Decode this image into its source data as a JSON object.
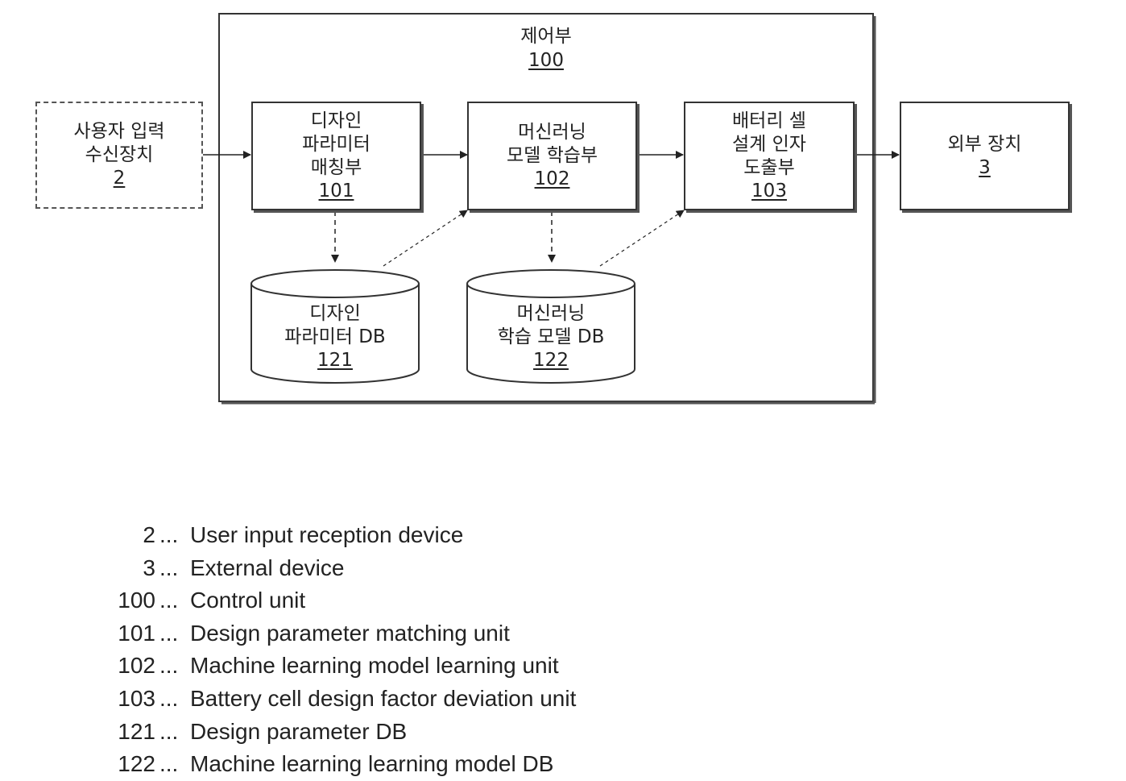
{
  "control_unit": {
    "label": "제어부",
    "ref": "100"
  },
  "user_input": {
    "line1": "사용자 입력",
    "line2": "수신장치",
    "ref": "2"
  },
  "design_matching": {
    "line1": "디자인",
    "line2": "파라미터",
    "line3": "매칭부",
    "ref": "101"
  },
  "ml_learning": {
    "line1": "머신러닝",
    "line2": "모델 학습부",
    "ref": "102"
  },
  "battery_derivation": {
    "line1": "배터리 셀",
    "line2": "설계 인자",
    "line3": "도출부",
    "ref": "103"
  },
  "external_device": {
    "line1": "외부 장치",
    "ref": "3"
  },
  "design_db": {
    "line1": "디자인",
    "line2": "파라미터 DB",
    "ref": "121"
  },
  "ml_db": {
    "line1": "머신러닝",
    "line2": "학습 모델 DB",
    "ref": "122"
  },
  "legend": [
    {
      "num": "2",
      "sep": "...",
      "desc": "User input reception device"
    },
    {
      "num": "3",
      "sep": "...",
      "desc": "External device"
    },
    {
      "num": "100",
      "sep": "...",
      "desc": "Control unit"
    },
    {
      "num": "101",
      "sep": "...",
      "desc": "Design parameter matching unit"
    },
    {
      "num": "102",
      "sep": "...",
      "desc": "Machine learning model learning unit"
    },
    {
      "num": "103",
      "sep": "...",
      "desc": "Battery cell design factor deviation unit"
    },
    {
      "num": "121",
      "sep": "...",
      "desc": "Design parameter DB"
    },
    {
      "num": "122",
      "sep": "...",
      "desc": "Machine learning learning model DB"
    }
  ]
}
